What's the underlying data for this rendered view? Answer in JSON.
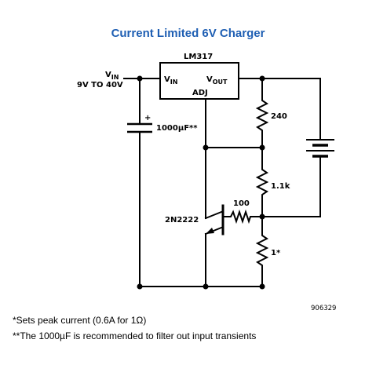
{
  "title": "Current Limited 6V Charger",
  "colors": {
    "title": "#1f5fb3",
    "wire": "#000000",
    "background": "#ffffff"
  },
  "regulator": {
    "part": "LM317",
    "pin_in": "VIN",
    "pin_out": "VOUT",
    "pin_adj": "ADJ"
  },
  "input": {
    "label": "VIN",
    "range": "9V TO 40V"
  },
  "capacitor": {
    "value": "1000µF**",
    "polarity": "+"
  },
  "resistors": {
    "r_top": "240",
    "r_mid": "1.1k",
    "r_base": "100",
    "r_sense": "1*"
  },
  "transistor": {
    "part": "2N2222"
  },
  "battery": {
    "symbol": "battery"
  },
  "figure_number": "906329",
  "notes": {
    "note1": "*Sets peak current (0.6A for 1Ω)",
    "note2": "**The 1000µF is recommended to filter out input transients"
  }
}
